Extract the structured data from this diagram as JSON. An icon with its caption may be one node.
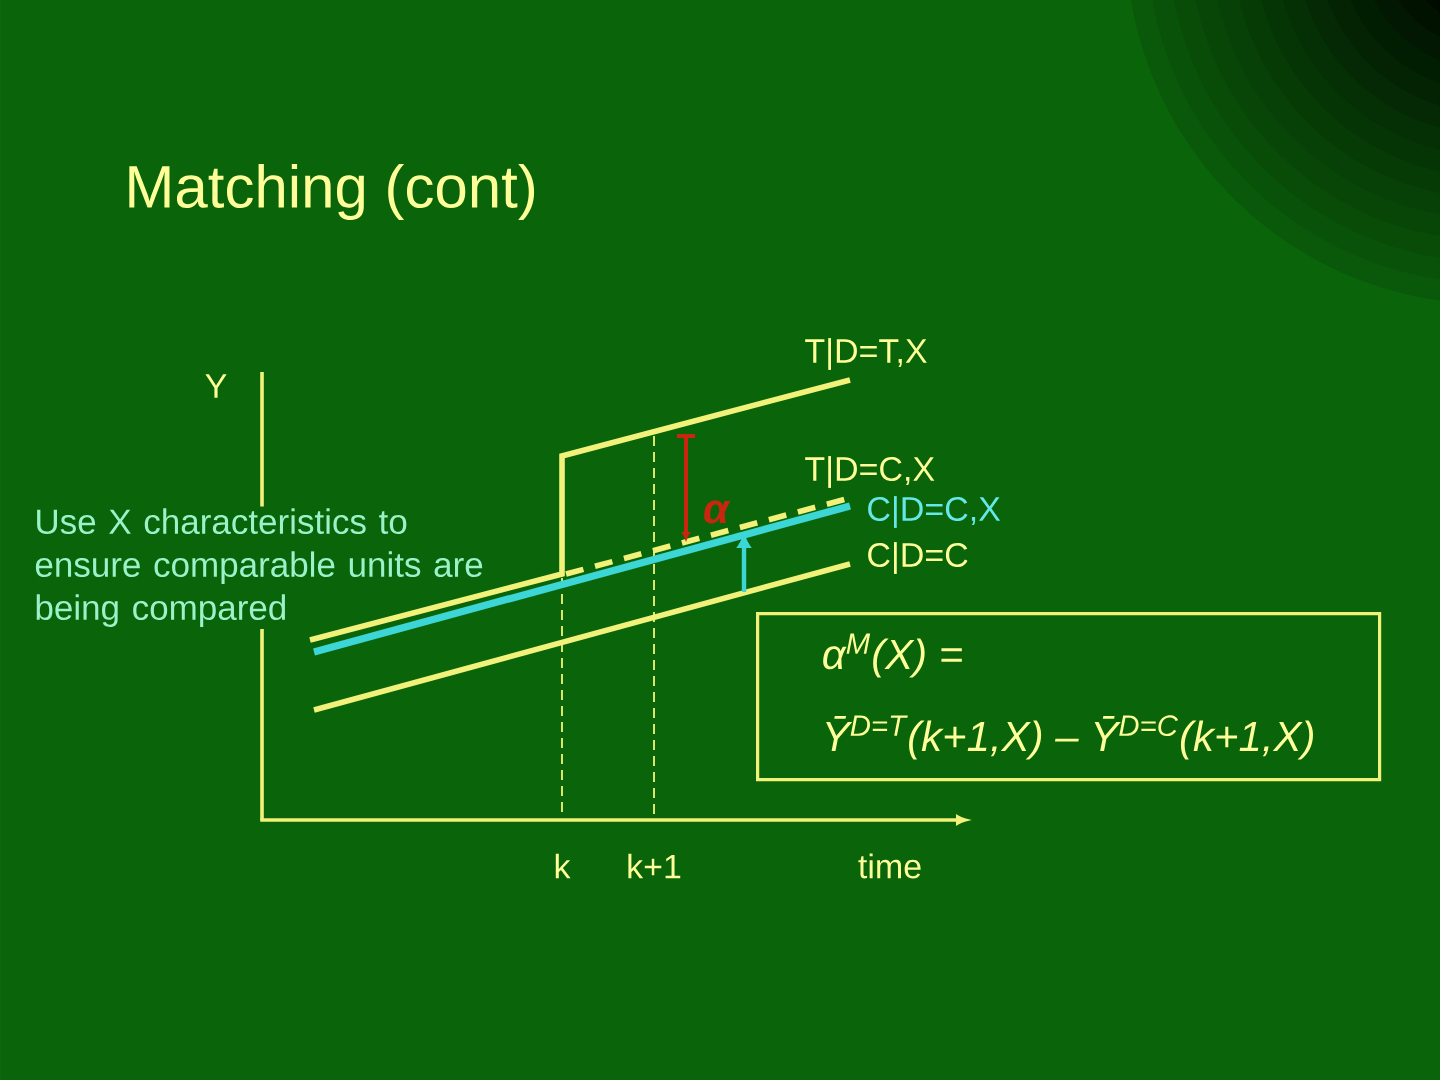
{
  "diagram": {
    "title": "Matching (cont)",
    "nodes": [
      {
        "text": [
          "α$^{M}$(X) =",
          "Ȳ$^{D=T}$(k+1,X) – Ȳ$^{D=C}$(k+1,X)"
        ]
      }
    ],
    "labels": [
      "T|D=T,X",
      "Y",
      "T|D=C,X",
      "Use X characteristics to ensure comparable units are being compared",
      "α",
      "C|D=C,X",
      "C|D=C",
      "k",
      "k+1",
      "time"
    ]
  }
}
